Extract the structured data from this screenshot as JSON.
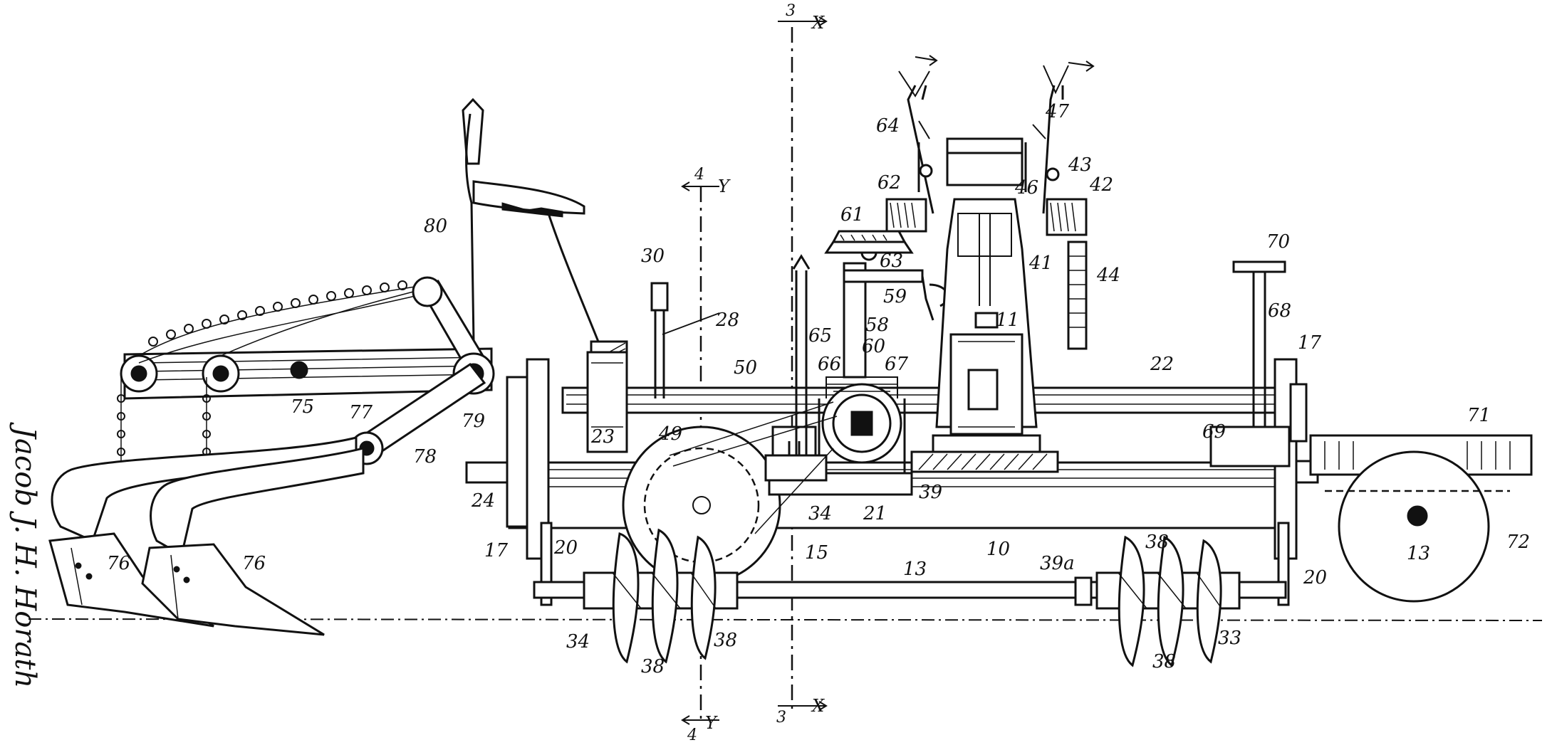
{
  "figure": {
    "signature": "Jacob J. H. Horath",
    "labels": [
      {
        "id": "l3t",
        "text": "3"
      },
      {
        "id": "lXt",
        "text": "X"
      },
      {
        "id": "l3b",
        "text": "3"
      },
      {
        "id": "lXb",
        "text": "X"
      },
      {
        "id": "l4t",
        "text": "4"
      },
      {
        "id": "lYt",
        "text": "Y"
      },
      {
        "id": "l4b",
        "text": "4"
      },
      {
        "id": "lYb",
        "text": "Y"
      },
      {
        "id": "l80",
        "text": "80"
      },
      {
        "id": "l30",
        "text": "30"
      },
      {
        "id": "l28",
        "text": "28"
      },
      {
        "id": "l75",
        "text": "75"
      },
      {
        "id": "l77",
        "text": "77"
      },
      {
        "id": "l78",
        "text": "78"
      },
      {
        "id": "l79",
        "text": "79"
      },
      {
        "id": "l23",
        "text": "23"
      },
      {
        "id": "l24",
        "text": "24"
      },
      {
        "id": "l17a",
        "text": "17"
      },
      {
        "id": "l20a",
        "text": "20"
      },
      {
        "id": "l76a",
        "text": "76"
      },
      {
        "id": "l76b",
        "text": "76"
      },
      {
        "id": "l49",
        "text": "49"
      },
      {
        "id": "l50",
        "text": "50"
      },
      {
        "id": "l65",
        "text": "65"
      },
      {
        "id": "l66",
        "text": "66"
      },
      {
        "id": "l60",
        "text": "60"
      },
      {
        "id": "l67",
        "text": "67"
      },
      {
        "id": "l58",
        "text": "58"
      },
      {
        "id": "l59",
        "text": "59"
      },
      {
        "id": "l61",
        "text": "61"
      },
      {
        "id": "l62",
        "text": "62"
      },
      {
        "id": "l63",
        "text": "63"
      },
      {
        "id": "l64",
        "text": "64"
      },
      {
        "id": "l11",
        "text": "11"
      },
      {
        "id": "l46",
        "text": "46"
      },
      {
        "id": "l47",
        "text": "47"
      },
      {
        "id": "l43",
        "text": "43"
      },
      {
        "id": "l42",
        "text": "42"
      },
      {
        "id": "l41",
        "text": "41"
      },
      {
        "id": "l44",
        "text": "44"
      },
      {
        "id": "l70",
        "text": "70"
      },
      {
        "id": "l68",
        "text": "68"
      },
      {
        "id": "l17b",
        "text": "17"
      },
      {
        "id": "l22",
        "text": "22"
      },
      {
        "id": "l69",
        "text": "69"
      },
      {
        "id": "l71",
        "text": "71"
      },
      {
        "id": "l72",
        "text": "72"
      },
      {
        "id": "l13a",
        "text": "13"
      },
      {
        "id": "l13b",
        "text": "13"
      },
      {
        "id": "l10",
        "text": "10"
      },
      {
        "id": "l15",
        "text": "15"
      },
      {
        "id": "l39",
        "text": "39"
      },
      {
        "id": "l34a",
        "text": "34"
      },
      {
        "id": "l21",
        "text": "21"
      },
      {
        "id": "l39a",
        "text": "39a"
      },
      {
        "id": "l38a",
        "text": "38"
      },
      {
        "id": "l38b",
        "text": "38"
      },
      {
        "id": "l38c",
        "text": "38"
      },
      {
        "id": "l38d",
        "text": "38"
      },
      {
        "id": "l33",
        "text": "33"
      },
      {
        "id": "l34b",
        "text": "34"
      },
      {
        "id": "l20b",
        "text": "20"
      }
    ]
  }
}
